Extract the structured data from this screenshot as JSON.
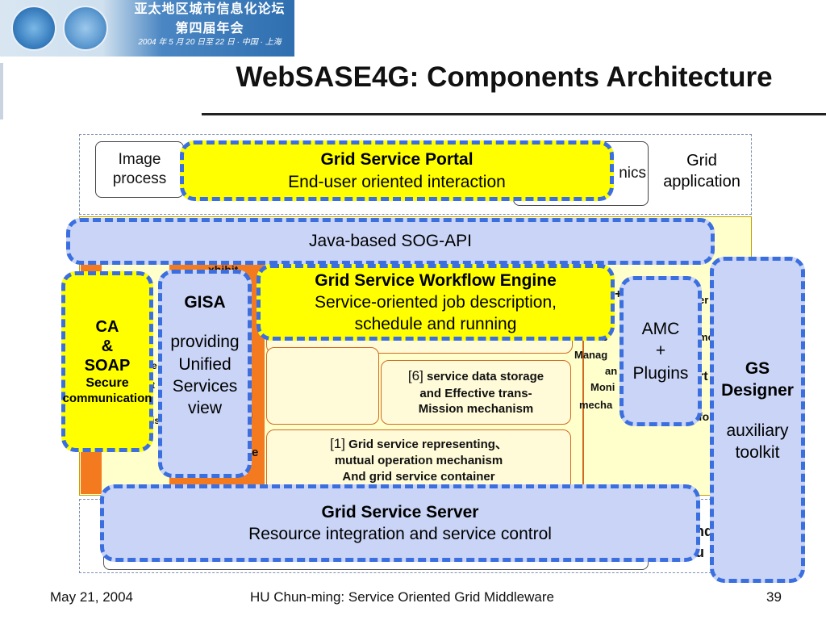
{
  "header": {
    "banner_title": "亚太地区城市信息化论坛第四届年会",
    "banner_subtitle": "2004 年 5 月 20 日至 22 日 · 中国 · 上海",
    "page_title": "WebSASE4G: Components Architecture"
  },
  "top_row": {
    "image_processing": [
      "Image",
      "process"
    ],
    "graphics": "nics",
    "grid_application": [
      "Grid",
      "application"
    ]
  },
  "portal": {
    "title": "Grid Service Portal",
    "subtitle": "End-user oriented interaction"
  },
  "api": {
    "label": "Java-based SOG-API"
  },
  "workflow": {
    "title": "Grid Service Workflow Engine",
    "line1": "Service-oriented job description,",
    "line2": "schedule and running"
  },
  "ca": {
    "line1": "CA",
    "line2": "&",
    "line3": "SOAP",
    "line4": "Secure",
    "line5": "communication"
  },
  "gisa": {
    "title": "GISA",
    "line1": "providing",
    "line2": "Unified",
    "line3": "Services",
    "line4": "view"
  },
  "amc": {
    "line1": "AMC",
    "line2": "+",
    "line3": "Plugins"
  },
  "gs_designer": {
    "line1": "GS",
    "line2": "Designer",
    "line3": "auxiliary",
    "line4": "toolkit"
  },
  "storage": {
    "num": "[6]",
    "line1": "service data storage",
    "line2": "and Effective trans-",
    "line3": "Mission mechanism"
  },
  "representing": {
    "num": "[1]",
    "line1": "Grid service representing、",
    "line2": "mutual operation mechanism",
    "line3": "And grid service container"
  },
  "partials": {
    "exhibit": "xhibit",
    "mgmt1": "ib",
    "mgmt2": "Manag",
    "mgmt3": "an",
    "mgmt4": "Moni",
    "mgmt5": "mecha",
    "right1": "er",
    "right2": "mo",
    "right3": "rt",
    "right4": "fo",
    "plus": "+",
    "gisa_d": "d",
    "gisa_n": "n",
    "gisa_e": "e",
    "ca_e": "e",
    "ca_t": "t",
    "ca_is": "is",
    "lower1": "nd",
    "lower2": "u"
  },
  "server": {
    "title": "Grid Service Server",
    "subtitle": "Resource integration and service control"
  },
  "footer": {
    "date": "May 21, 2004",
    "author": "HU Chun-ming: Service Oriented Grid Middleware",
    "page": "39"
  }
}
